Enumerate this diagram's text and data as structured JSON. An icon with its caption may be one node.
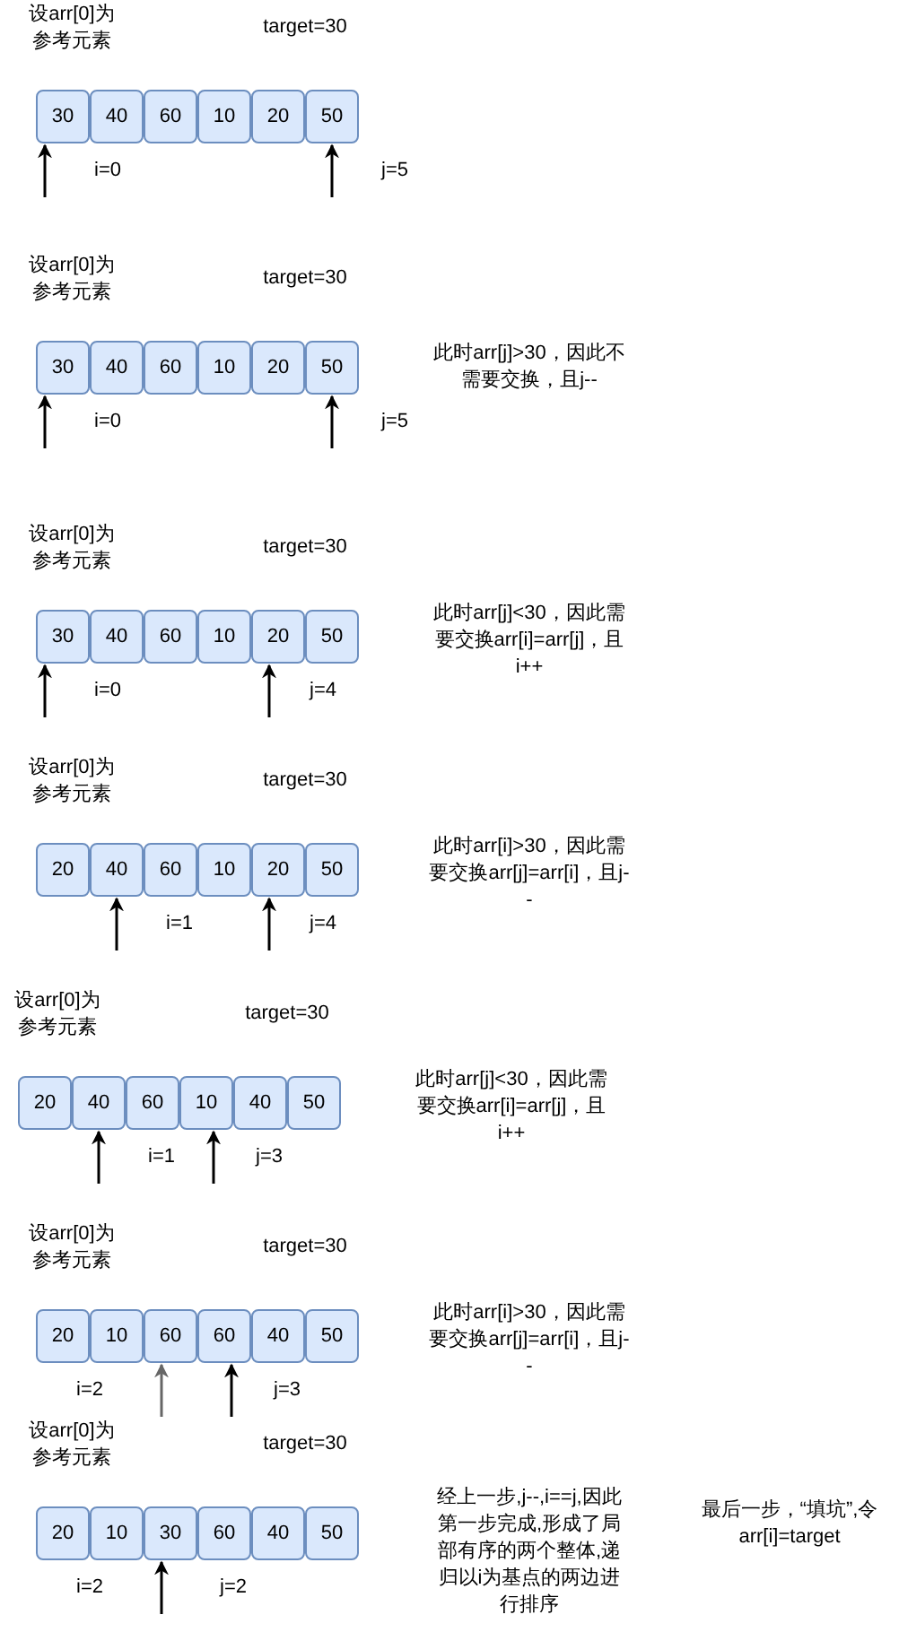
{
  "diagram": {
    "nodes": [
      {
        "text": [
          "30"
        ]
      },
      {
        "text": [
          "40"
        ]
      },
      {
        "text": [
          "60"
        ]
      },
      {
        "text": [
          "10"
        ]
      },
      {
        "text": [
          "20"
        ]
      },
      {
        "text": [
          "50"
        ]
      },
      {
        "text": [
          "30"
        ]
      },
      {
        "text": [
          "40"
        ]
      },
      {
        "text": [
          "60"
        ]
      },
      {
        "text": [
          "10"
        ]
      },
      {
        "text": [
          "20"
        ]
      },
      {
        "text": [
          "50"
        ]
      },
      {
        "text": [
          "30"
        ]
      },
      {
        "text": [
          "40"
        ]
      },
      {
        "text": [
          "60"
        ]
      },
      {
        "text": [
          "10"
        ]
      },
      {
        "text": [
          "20"
        ]
      },
      {
        "text": [
          "50"
        ]
      },
      {
        "text": [
          "20"
        ]
      },
      {
        "text": [
          "40"
        ]
      },
      {
        "text": [
          "60"
        ]
      },
      {
        "text": [
          "10"
        ]
      },
      {
        "text": [
          "20"
        ]
      },
      {
        "text": [
          "50"
        ]
      },
      {
        "text": [
          "20"
        ]
      },
      {
        "text": [
          "40"
        ]
      },
      {
        "text": [
          "60"
        ]
      },
      {
        "text": [
          "10"
        ]
      },
      {
        "text": [
          "40"
        ]
      },
      {
        "text": [
          "50"
        ]
      },
      {
        "text": [
          "20"
        ]
      },
      {
        "text": [
          "10"
        ]
      },
      {
        "text": [
          "60"
        ]
      },
      {
        "text": [
          "60"
        ]
      },
      {
        "text": [
          "40"
        ]
      },
      {
        "text": [
          "50"
        ]
      },
      {
        "text": [
          "20"
        ]
      },
      {
        "text": [
          "10"
        ]
      },
      {
        "text": [
          "30"
        ]
      },
      {
        "text": [
          "60"
        ]
      },
      {
        "text": [
          "40"
        ]
      },
      {
        "text": [
          "50"
        ]
      }
    ],
    "edges": [
      {
        "from": null,
        "to": 0,
        "arrow": "to"
      },
      {
        "from": null,
        "to": 5,
        "arrow": "to"
      },
      {
        "from": null,
        "to": 6,
        "arrow": "to"
      },
      {
        "from": null,
        "to": 11,
        "arrow": "to"
      },
      {
        "from": null,
        "to": 12,
        "arrow": "to"
      },
      {
        "from": null,
        "to": 16,
        "arrow": "to"
      },
      {
        "from": null,
        "to": 19,
        "arrow": "to"
      },
      {
        "from": null,
        "to": 22,
        "arrow": "to"
      },
      {
        "from": null,
        "to": 25,
        "arrow": "to"
      },
      {
        "from": null,
        "to": 27,
        "arrow": "to"
      },
      {
        "from": null,
        "to": 32,
        "arrow": "to",
        "color": "#666666"
      },
      {
        "from": null,
        "to": 33,
        "arrow": "to"
      },
      {
        "from": null,
        "to": 38,
        "arrow": "to"
      }
    ],
    "labels": [
      "设arr[0]为参考元素",
      "target=30",
      "i=0",
      "j=5",
      "设arr[0]为参考元素",
      "target=30",
      "此时arr[j]>30，因此不需要交换，且j--",
      "i=0",
      "j=5",
      "设arr[0]为参考元素",
      "target=30",
      "此时arr[j]<30，因此需要交换arr[i]=arr[j]，且i++",
      "i=0",
      "j=4",
      "设arr[0]为参考元素",
      "target=30",
      "此时arr[i]>30，因此需要交换arr[j]=arr[i]，且j--",
      "i=1",
      "j=4",
      "设arr[0]为参考元素",
      "target=30",
      "此时arr[j]<30，因此需要交换arr[i]=arr[j]，且i++",
      "i=1",
      "j=3",
      "设arr[0]为参考元素",
      "target=30",
      "此时arr[i]>30，因此需要交换arr[j]=arr[i]，且j--",
      "i=2",
      "j=3",
      "设arr[0]为参考元素",
      "target=30",
      "经上一步,j--,i==j,因此第一步完成,形成了局部有序的两个整体,递归以i为基点的两边进行排序",
      "最后一步，“填坑”,令arr[i]=target",
      "i=2",
      "j=2"
    ]
  }
}
